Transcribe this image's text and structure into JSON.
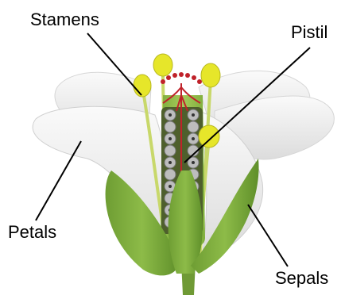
{
  "labels": {
    "stamens": "Stamens",
    "pistil": "Pistil",
    "petals": "Petals",
    "sepals": "Sepals"
  },
  "colors": {
    "petal": "#ececec",
    "petal_shadow": "#cfcfcf",
    "sepal": "#7fae3c",
    "sepal_dark": "#5f8f2a",
    "stem": "#6f9a35",
    "anther": "#e6e62a",
    "filament": "#c8d86a",
    "ovary_bg": "#5a6e35",
    "ovule": "#b9b9b9",
    "style_red": "#c0222a",
    "leader_line": "#000000",
    "text": "#000000"
  }
}
